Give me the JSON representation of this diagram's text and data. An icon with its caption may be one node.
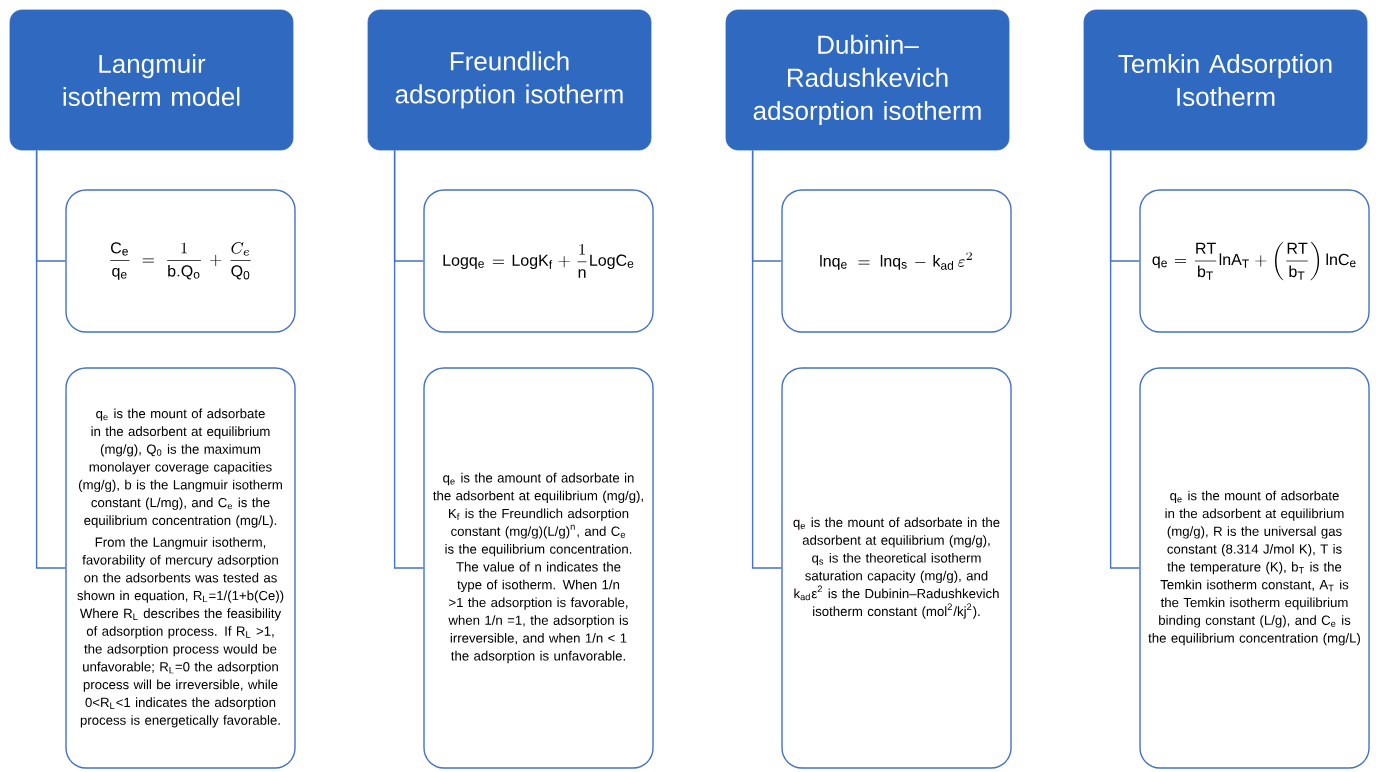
{
  "diagram": {
    "nodes": [
      {
        "text": [
          "Langmuir isotherm model"
        ]
      },
      {
        "text": [
          "\\frac{\\mathrm{C_e}}{\\mathrm{q_e}}=\\frac{1}{\\mathrm{b.Q_o}}+\\frac{C_e}{\\mathrm{Q_0}}"
        ]
      },
      {
        "text": [
          "q$_{e}$ is the mount of adsorbate in the adsorbent at equilibrium (mg/g), Q$_{0}$ is the maximum monolayer coverage capacities (mg/g), b is the Langmuir isotherm constant (L/mg), and C$_{e}$ is the equilibrium concentration (mg/L).",
          "From the Langmuir isotherm, favorability of mercury adsorption on the adsorbents was tested as shown in equation, R$_{L}$=1/(1+b(Ce)) Where R$_{L}$ describes the feasibility of adsorption process. If R$_{L}$ >1, the adsorption process would be unfavorable; R$_{L}$=0 the adsorption process will be irreversible, while 0<R$_{L}$<1 indicates the adsorption process is energetically favorable."
        ]
      },
      {
        "text": [
          "Freundlich adsorption isotherm"
        ]
      },
      {
        "text": [
          "\\mathrm{Logq_e}=\\mathrm{LogK_f}+\\frac{1}{\\mathrm{n}}\\mathrm{LogC_e}"
        ]
      },
      {
        "text": [
          "q$_{e}$ is the amount of adsorbate in the adsorbent at equilibrium (mg/g), K$_{f}$ is the Freundlich adsorption constant (mg/g)(L/g)$^{n}$, and C$_{e}$ is the equilibrium concentration. The value of n indicates the type of isotherm. When 1/n >1 the adsorption is favorable, when 1/n =1, the adsorption is irreversible, and when 1/n < 1 the adsorption is unfavorable."
        ]
      },
      {
        "text": [
          "Dubinin–Radushkevich adsorption isotherm"
        ]
      },
      {
        "text": [
          "\\mathrm{lnq_e}=\\mathrm{lnq_s}-\\mathrm{k_{ad}}\\,\\varepsilon^2"
        ]
      },
      {
        "text": [
          "q$_{e}$ is the mount of adsorbate in the adsorbent at equilibrium (mg/g), q$_{s}$ is the theoretical isotherm saturation capacity (mg/g), and k$_{ad}$ε$^{2}$ is the Dubinin–Radushkevich isotherm constant (mol$^{2}$/kj$^{2}$)."
        ]
      },
      {
        "text": [
          "Temkin Adsorption Isotherm"
        ]
      },
      {
        "text": [
          "\\mathrm{q_e}=\\frac{\\mathrm{RT}}{\\mathrm{b_T}}\\mathrm{lnA_T}+\\left(\\frac{\\mathrm{RT}}{\\mathrm{b_T}}\\right)\\mathrm{lnC_e}"
        ]
      },
      {
        "text": [
          "q$_{e}$ is the mount of adsorbate in the adsorbent at equilibrium (mg/g), R  is the universal gas constant (8.314 J/mol K), T is the temperature (K), b$_{T}$ is the Temkin isotherm constant, A$_{T}$ is the Temkin isotherm equilibrium binding constant (L/g), and C$_{e}$ is the equilibrium concentration (mg/L)"
        ]
      }
    ],
    "edges": [
      {
        "from": 0,
        "to": 1,
        "arrow": "none"
      },
      {
        "from": 0,
        "to": 2,
        "arrow": "none"
      },
      {
        "from": 3,
        "to": 4,
        "arrow": "none"
      },
      {
        "from": 3,
        "to": 5,
        "arrow": "none"
      },
      {
        "from": 6,
        "to": 7,
        "arrow": "none"
      },
      {
        "from": 6,
        "to": 8,
        "arrow": "none"
      },
      {
        "from": 9,
        "to": 10,
        "arrow": "none"
      },
      {
        "from": 9,
        "to": 11,
        "arrow": "none"
      }
    ]
  }
}
